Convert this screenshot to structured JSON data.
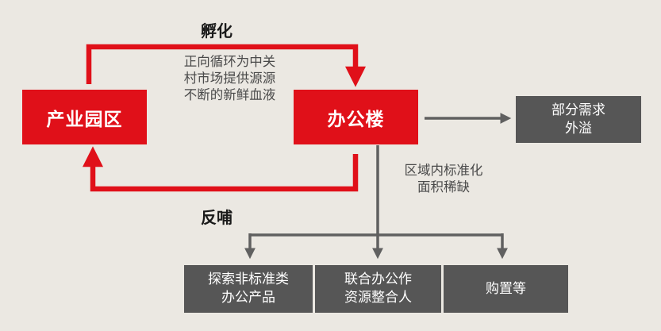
{
  "colors": {
    "background": "#ebe8e2",
    "red": "#e01019",
    "gray_box": "#565656",
    "gray_arrow": "#606060"
  },
  "nodes": {
    "industrial_park": "产业园区",
    "office_building": "办公楼",
    "partial_demand_overflow": "部分需求\n外溢",
    "nonstandard_office_products": "探索非标准类\n办公产品",
    "coworking_integrator": "联合办公作\n资源整合人",
    "purchase": "购置等"
  },
  "edge_labels": {
    "incubation": "孵化",
    "feedback": "反哺",
    "incubation_note": "正向循环为中关\n村市场提供源源\n不断的新鲜血液",
    "standardization_note": "区域内标准化\n面积稀缺"
  }
}
